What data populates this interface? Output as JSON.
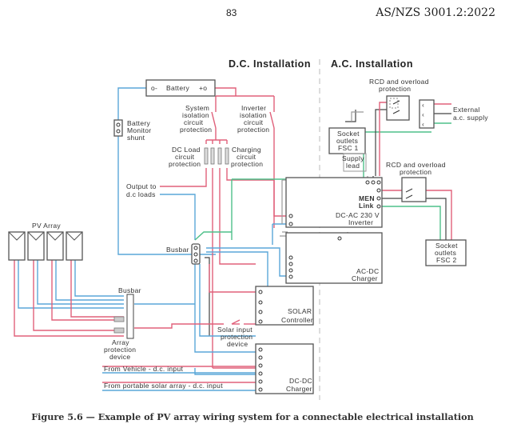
{
  "header": {
    "page_number": "83",
    "standard": "AS/NZS 3001.2:2022"
  },
  "sections": {
    "dc": "D.C. Installation",
    "ac": "A.C. Installation"
  },
  "components": {
    "battery": "Battery",
    "battery_neg": "o-",
    "battery_pos": "+o",
    "battery_monitor": [
      "Battery",
      "Monitor",
      "shunt"
    ],
    "system_isolation": [
      "System",
      "isolation",
      "circuit",
      "protection"
    ],
    "inverter_isolation": [
      "Inverter",
      "isolation",
      "circuit",
      "protection"
    ],
    "dc_load_protection": [
      "DC Load",
      "circuit",
      "protection"
    ],
    "charging_protection": [
      "Charging",
      "circuit",
      "protection"
    ],
    "output_dc_loads": [
      "Output to",
      "d.c loads"
    ],
    "pv_array": "PV Array",
    "busbar_main": "Busbar",
    "busbar_array": "Busbar",
    "array_protection": [
      "Array",
      "protection",
      "device"
    ],
    "solar_input_protection": [
      "Solar input",
      "protection",
      "device"
    ],
    "rcd_top": [
      "RCD and overload",
      "protection"
    ],
    "rcd_mid": [
      "RCD and overload",
      "protection"
    ],
    "external_supply": [
      "External",
      "a.c. supply"
    ],
    "socket_fsc1": [
      "Socket",
      "outlets",
      "FSC 1"
    ],
    "supply_lead": [
      "Supply",
      "lead"
    ],
    "men_link": [
      "MEN",
      "Link"
    ],
    "inverter": [
      "DC-AC 230 V",
      "Inverter"
    ],
    "socket_fsc2": [
      "Socket",
      "outlets",
      "FSC 2"
    ],
    "acdc_charger": [
      "AC-DC",
      "Charger"
    ],
    "solar_controller": [
      "SOLAR",
      "Controller"
    ],
    "dcdc_charger": [
      "DC-DC",
      "Charger"
    ],
    "from_vehicle": "From Vehicle - d.c. input",
    "from_portable": "From portable solar array - d.c. input"
  },
  "wire_colors": {
    "positive": "#e0607a",
    "negative": "#5aa7d8",
    "earth": "#4fc08a",
    "active_neutral": "#444444"
  },
  "caption": "Figure 5.6 — Example of PV array wiring system for a connectable electrical installation"
}
